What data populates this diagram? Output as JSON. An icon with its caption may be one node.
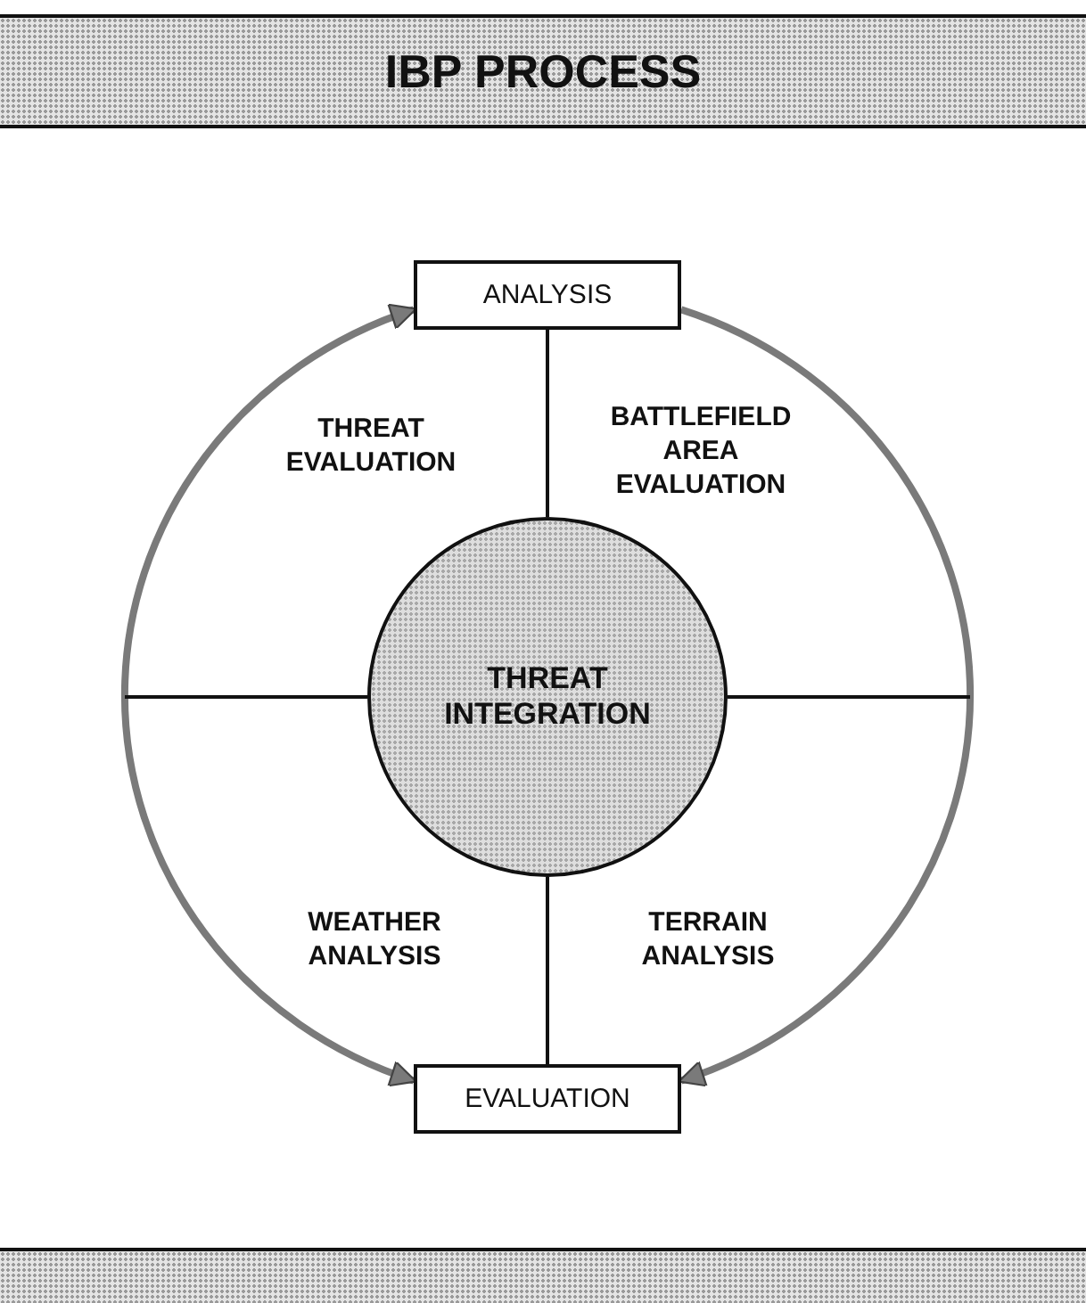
{
  "diagram": {
    "title": "IBP PROCESS",
    "nodes": [
      {
        "text": [
          "ANALYSIS"
        ]
      },
      {
        "text": [
          "THREAT INTEGRATION"
        ]
      },
      {
        "text": [
          "EVALUATION"
        ]
      }
    ],
    "edges": [
      {
        "from": 0,
        "to": 1,
        "arrow": "none"
      },
      {
        "from": 1,
        "to": 2,
        "arrow": "none"
      },
      {
        "from": 2,
        "to": 0,
        "arrow": "both",
        "style": "thick",
        "color": "#7a7a7a"
      },
      {
        "from": 0,
        "to": 2,
        "arrow": "to",
        "style": "thick",
        "color": "#7a7a7a"
      },
      {
        "from": 1,
        "to": null,
        "arrow": "none"
      },
      {
        "from": 1,
        "to": null,
        "arrow": "none"
      }
    ],
    "labels": [
      "THREAT EVALUATION",
      "BATTLEFIELD AREA EVALUATION",
      "WEATHER ANALYSIS",
      "TERRAIN ANALYSIS"
    ]
  }
}
